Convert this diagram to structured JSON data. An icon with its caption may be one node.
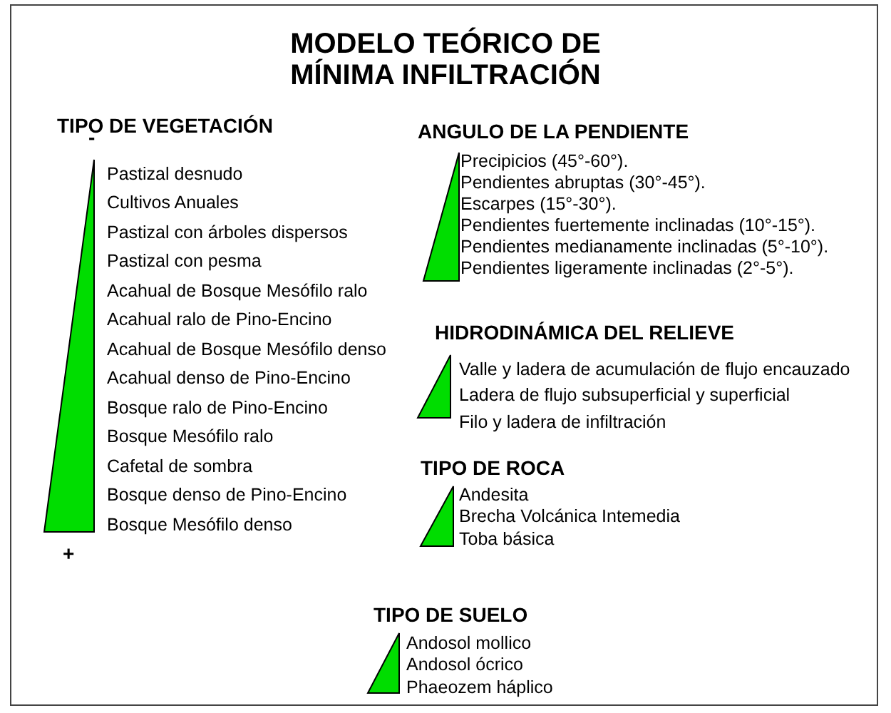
{
  "diagram": {
    "title": "MODELO TEÓRICO DE MÍNIMA INFILTRACIÓN",
    "nodes": [
      {
        "text": [],
        "shape": "triangle"
      },
      {
        "text": [],
        "shape": "triangle"
      },
      {
        "text": [],
        "shape": "triangle"
      },
      {
        "text": [],
        "shape": "triangle"
      },
      {
        "text": [],
        "shape": "triangle"
      }
    ],
    "labels": [
      "TIPO DE VEGETACIÓN",
      "-",
      "Pastizal desnudo",
      "Cultivos Anuales",
      "Pastizal con árboles dispersos",
      "Pastizal con pesma",
      "Acahual de Bosque Mesófilo ralo",
      "Acahual ralo de Pino-Encino",
      "Acahual de Bosque Mesófilo denso",
      "Acahual denso de Pino-Encino",
      "Bosque ralo de Pino-Encino",
      "Bosque Mesófilo ralo",
      "Cafetal de sombra",
      "Bosque denso de Pino-Encino",
      "Bosque Mesófilo denso",
      "+",
      "ANGULO DE LA PENDIENTE",
      "Precipicios (45°-60°).",
      "Pendientes abruptas (30°-45°).",
      "Escarpes (15°-30°).",
      "Pendientes fuertemente inclinadas (10°-15°).",
      "Pendientes medianamente inclinadas (5°-10°).",
      "Pendientes ligeramente inclinadas (2°-5°).",
      "HIDRODINÁMICA DEL RELIEVE",
      "Valle y ladera de acumulación de flujo encauzado",
      "Ladera de flujo subsuperficial y superficial",
      "Filo y ladera de infiltración",
      "TIPO DE ROCA",
      "Andesita",
      "Brecha Volcánica Intemedia",
      "Toba básica",
      "TIPO DE SUELO",
      "Andosol mollico",
      "Andosol ócrico",
      "Phaeozem háplico"
    ]
  }
}
